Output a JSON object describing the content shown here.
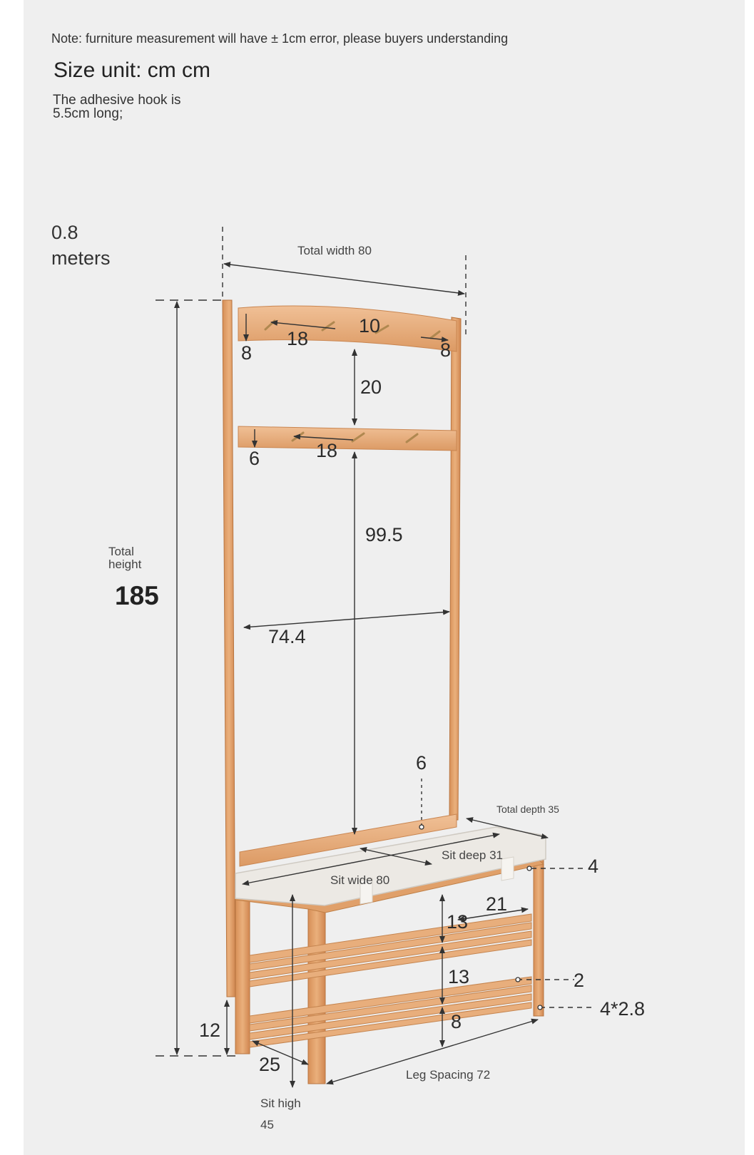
{
  "header": {
    "note": "Note: furniture measurement will have ± 1cm error, please buyers understanding",
    "size_unit": "Size unit: cm cm",
    "hook_line1": "The adhesive hook is",
    "hook_line2": "5.5cm long;"
  },
  "model": {
    "width_line1": "0.8",
    "width_line2": "meters"
  },
  "total_height": {
    "label_line1": "Total",
    "label_line2": "height",
    "value": "185"
  },
  "dimensions": {
    "total_width": "Total width 80",
    "hook_gap_top": "18",
    "hook_spacing_top": "10",
    "edge_left_top": "8",
    "edge_right_top": "8",
    "rail_gap": "20",
    "edge_left_mid": "6",
    "hook_gap_mid": "18",
    "frame_height": "99.5",
    "inner_width": "74.4",
    "back_rail": "6",
    "total_depth": "Total depth 35",
    "sit_deep": "Sit deep 31",
    "sit_wide": "Sit wide 80",
    "seat_thickness": "4",
    "rack_depth": "21",
    "shelf_gap_1": "13",
    "shelf_gap_2": "13",
    "slat": "2",
    "leg_size": "4*2.8",
    "bottom_gap": "8",
    "leg_height": "12",
    "side_depth": "25",
    "leg_spacing": "Leg Spacing 72",
    "sit_high_line1": "Sit high",
    "sit_high_line2": "45"
  },
  "colors": {
    "panel": "#efefef",
    "wood": "#e6a872",
    "wood_dark": "#c98550",
    "cushion": "#ebe8e3",
    "hook": "#b89050",
    "line": "#333333"
  }
}
